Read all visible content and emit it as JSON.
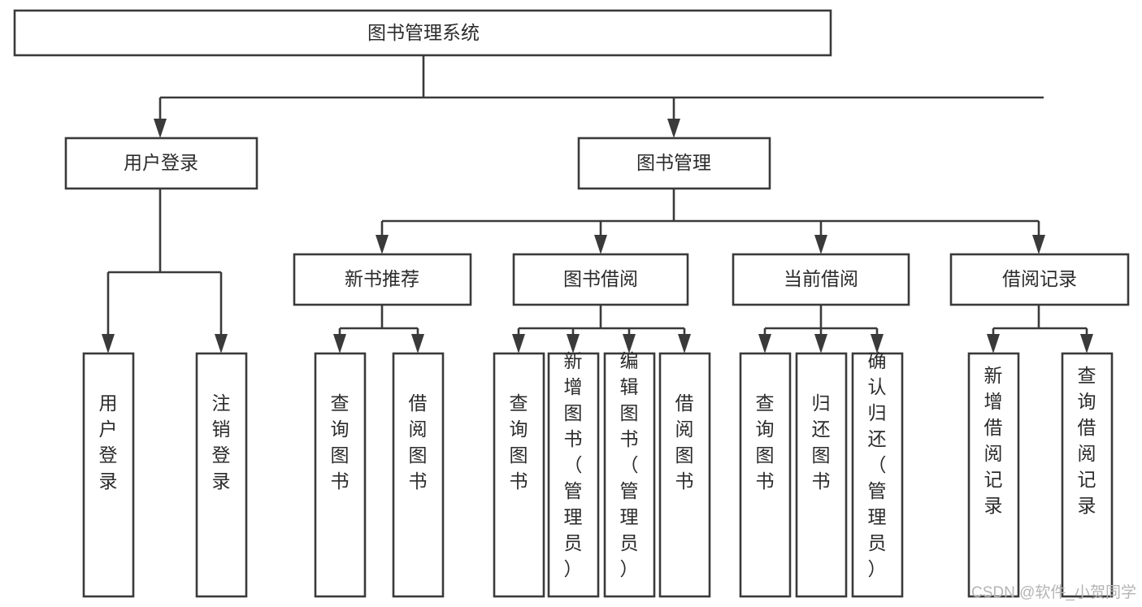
{
  "diagram": {
    "type": "tree-hierarchy",
    "title": "图书管理系统",
    "orientation": "top-down",
    "colors": {
      "stroke": "#3a3a3a",
      "box_fill": "#ffffff",
      "text": "#2b2b2b",
      "background": "#ffffff",
      "watermark": "#b4b4b4"
    },
    "root": {
      "id": "root",
      "label": "图书管理系统"
    },
    "level2": [
      {
        "id": "user-login",
        "label": "用户登录"
      },
      {
        "id": "book-management",
        "label": "图书管理"
      }
    ],
    "level3": [
      {
        "id": "new-book-recommend",
        "label": "新书推荐",
        "parent": "book-management"
      },
      {
        "id": "book-borrow",
        "label": "图书借阅",
        "parent": "book-management"
      },
      {
        "id": "current-borrow",
        "label": "当前借阅",
        "parent": "book-management"
      },
      {
        "id": "borrow-record",
        "label": "借阅记录",
        "parent": "book-management"
      }
    ],
    "leaves": [
      {
        "id": "leaf-user-login",
        "label": "用户登录",
        "parent": "user-login"
      },
      {
        "id": "leaf-logout-login",
        "label": "注销登录",
        "parent": "user-login"
      },
      {
        "id": "leaf-query-book-1",
        "label": "查询图书",
        "parent": "new-book-recommend"
      },
      {
        "id": "leaf-borrow-book-1",
        "label": "借阅图书",
        "parent": "new-book-recommend"
      },
      {
        "id": "leaf-query-book-2",
        "label": "查询图书",
        "parent": "book-borrow"
      },
      {
        "id": "leaf-add-book-admin",
        "label": "新增图书（管理员）",
        "parent": "book-borrow"
      },
      {
        "id": "leaf-edit-book-admin",
        "label": "编辑图书（管理员）",
        "parent": "book-borrow"
      },
      {
        "id": "leaf-borrow-book-2",
        "label": "借阅图书",
        "parent": "book-borrow"
      },
      {
        "id": "leaf-query-book-3",
        "label": "查询图书",
        "parent": "current-borrow"
      },
      {
        "id": "leaf-return-book",
        "label": "归还图书",
        "parent": "current-borrow"
      },
      {
        "id": "leaf-confirm-return-admin",
        "label": "确认归还（管理员）",
        "parent": "current-borrow"
      },
      {
        "id": "leaf-add-borrow-record",
        "label": "新增借阅记录",
        "parent": "borrow-record"
      },
      {
        "id": "leaf-query-borrow-record",
        "label": "查询借阅记录",
        "parent": "borrow-record"
      }
    ]
  },
  "watermark": {
    "text": "CSDN @软件_小贺同学"
  }
}
